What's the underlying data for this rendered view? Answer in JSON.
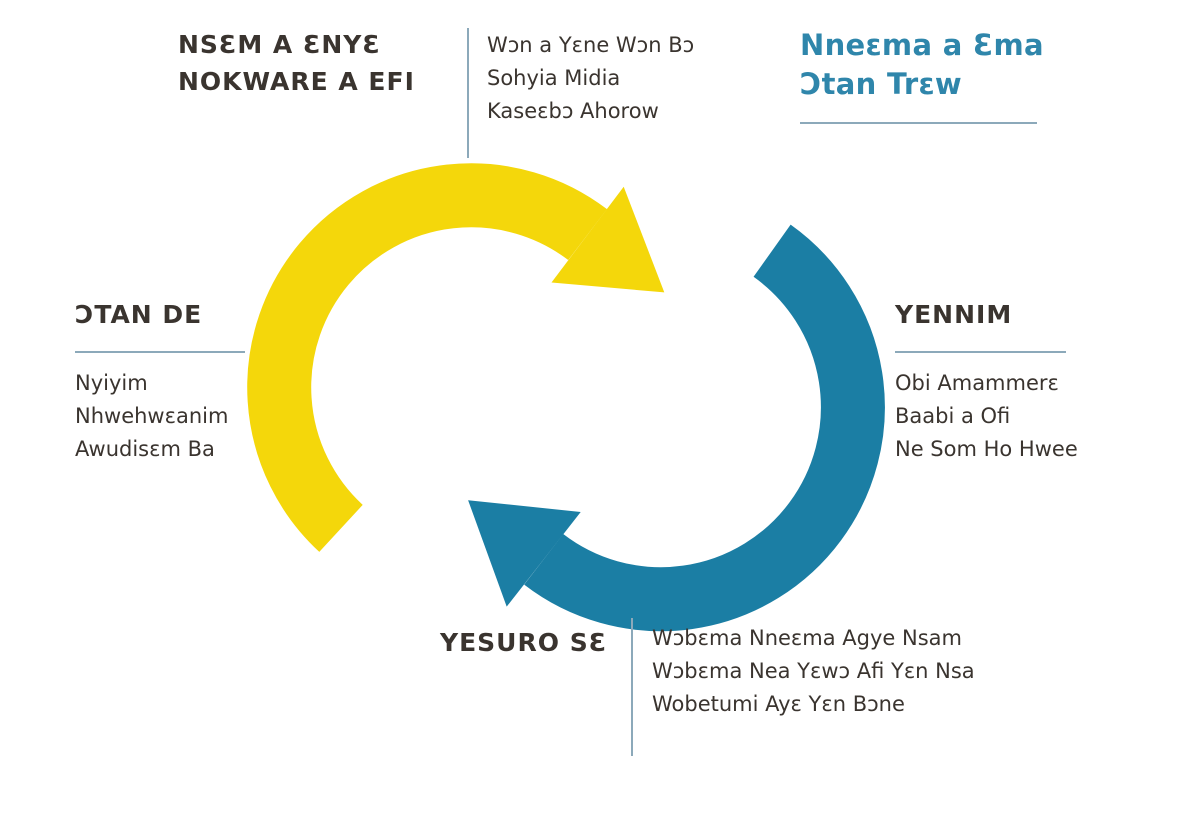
{
  "colors": {
    "yellow": "#F4D70B",
    "blue": "#1B7EA4",
    "title_blue": "#2F86AB",
    "rule": "#8CA9BA",
    "text_dark": "#3A342F"
  },
  "title": {
    "line1": "Nneɛma a Ɛma",
    "line2": "Ɔtan Trɛw"
  },
  "diagram": {
    "type": "cycle",
    "arrows": [
      {
        "name": "yellow-arrow",
        "color_key": "yellow",
        "position": "top-left",
        "direction": "clockwise"
      },
      {
        "name": "blue-arrow",
        "color_key": "blue",
        "position": "bottom-right",
        "direction": "clockwise"
      }
    ]
  },
  "sections": {
    "top_left": {
      "heading_line1": "NSƐM A ƐNYƐ",
      "heading_line2": "NOKWARE A EFI",
      "items": [
        "Wɔn a Yɛne Wɔn Bɔ",
        "Sohyia Midia",
        "Kaseɛbɔ Ahorow"
      ]
    },
    "left": {
      "heading": "ƆTAN DE",
      "items": [
        "Nyiyim",
        "Nhwehwɛanim",
        "Awudisɛm Ba"
      ]
    },
    "right": {
      "heading": "YENNIM",
      "items": [
        "Obi Amammerɛ",
        "Baabi a Ofi",
        "Ne Som Ho Hwee"
      ]
    },
    "bottom": {
      "heading": "YESURO SƐ",
      "items": [
        "Wɔbɛma Nneɛma Agye Nsam",
        "Wɔbɛma Nea Yɛwɔ Afi Yɛn Nsa",
        "Wobetumi Ayɛ Yɛn Bɔne"
      ]
    }
  }
}
